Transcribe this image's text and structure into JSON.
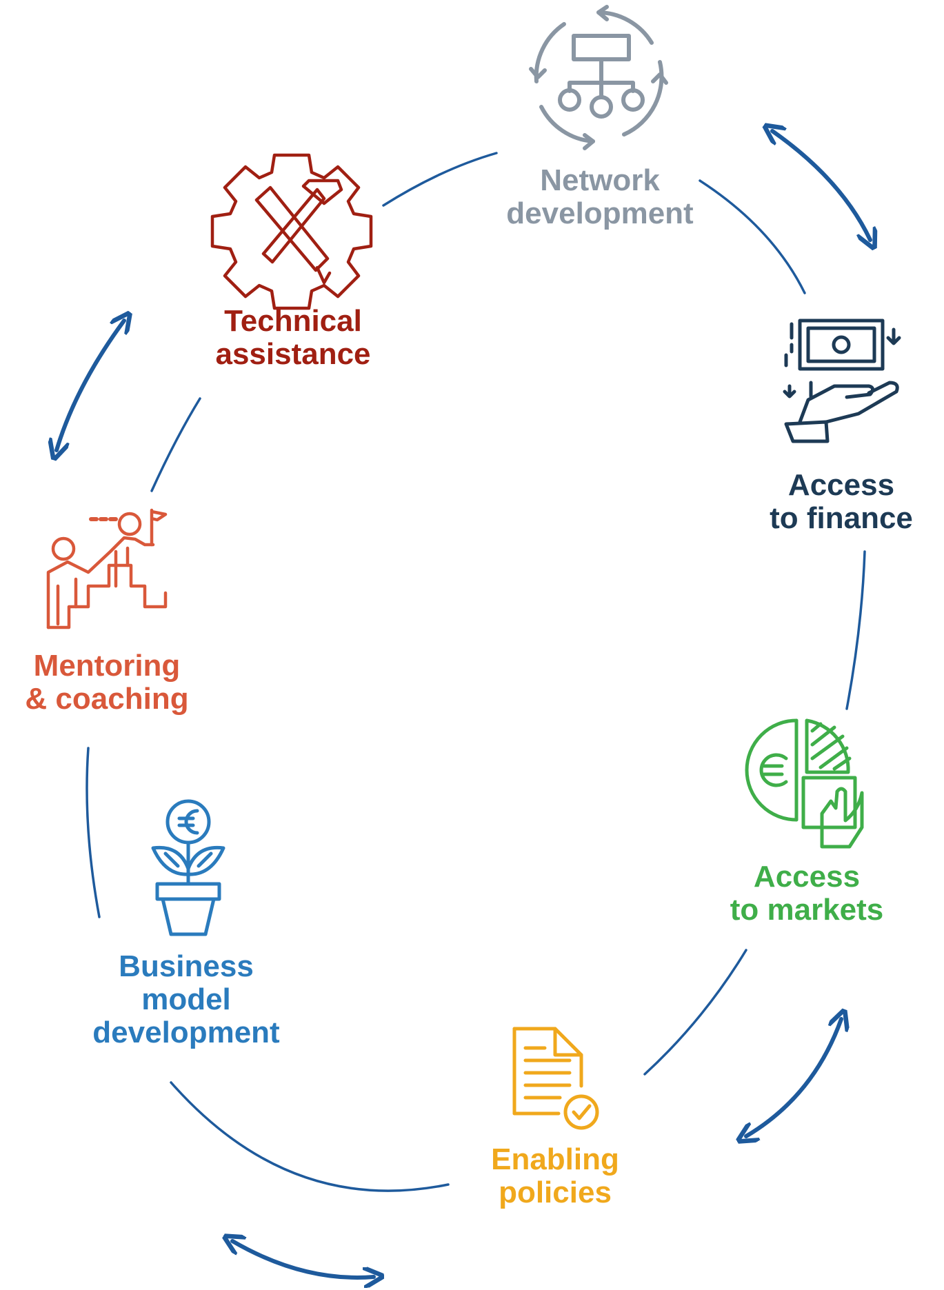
{
  "colors": {
    "connector": "#1e5a9c",
    "network": "#8a96a3",
    "technical": "#a01f12",
    "finance": "#1d3a55",
    "mentoring": "#d9583a",
    "markets": "#3fae49",
    "business": "#2a7bbd",
    "policies": "#f0a81c"
  },
  "nodes": {
    "network": {
      "icon": "network-hierarchy-icon",
      "lines": [
        "Network",
        "development"
      ]
    },
    "technical": {
      "icon": "gear-tools-icon",
      "lines": [
        "Technical",
        "assistance"
      ]
    },
    "finance": {
      "icon": "hand-money-icon",
      "lines": [
        "Access",
        "to finance"
      ]
    },
    "mentoring": {
      "icon": "mentor-stairs-icon",
      "lines": [
        "Mentoring",
        "& coaching"
      ]
    },
    "markets": {
      "icon": "euro-pie-chart-icon",
      "lines": [
        "Access",
        "to markets"
      ]
    },
    "business": {
      "icon": "euro-plant-icon",
      "lines": [
        "Business",
        "model",
        "development"
      ]
    },
    "policies": {
      "icon": "document-check-icon",
      "lines": [
        "Enabling",
        "policies"
      ]
    }
  }
}
